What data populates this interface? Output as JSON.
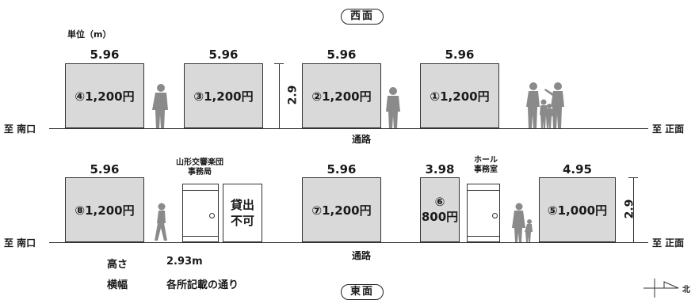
{
  "headings": {
    "west": "西面",
    "east": "東面"
  },
  "unit_label": "単位（m）",
  "top_row": {
    "booths": [
      {
        "width": "5.96",
        "label": "④1,200円"
      },
      {
        "width": "5.96",
        "label": "③1,200円"
      },
      {
        "width": "5.96",
        "label": "②1,200円"
      },
      {
        "width": "5.96",
        "label": "①1,200円"
      }
    ],
    "height_mark": "2.9",
    "left_end": "至 南口",
    "right_end": "至 正面",
    "aisle": "通路"
  },
  "bottom_row": {
    "booth8": {
      "width": "5.96",
      "label": "⑧1,200円"
    },
    "office_label": "山形交響楽団\n事務局",
    "no_lend": [
      "貸出",
      "不可"
    ],
    "booth7": {
      "width": "5.96",
      "label": "⑦1,200円"
    },
    "booth6": {
      "width": "3.98",
      "label_top": "⑥",
      "label_bottom": "800円"
    },
    "hall_label": "ホール\n事務室",
    "booth5": {
      "width": "4.95",
      "label": "⑤1,000円"
    },
    "height_mark": "2.9",
    "left_end": "至 南口",
    "right_end": "至 正面",
    "aisle": "通路"
  },
  "info": {
    "height_key": "高さ",
    "height_val": "2.93m",
    "width_key": "横幅",
    "width_val": "各所記載の通り"
  },
  "compass": {
    "label": "北"
  }
}
